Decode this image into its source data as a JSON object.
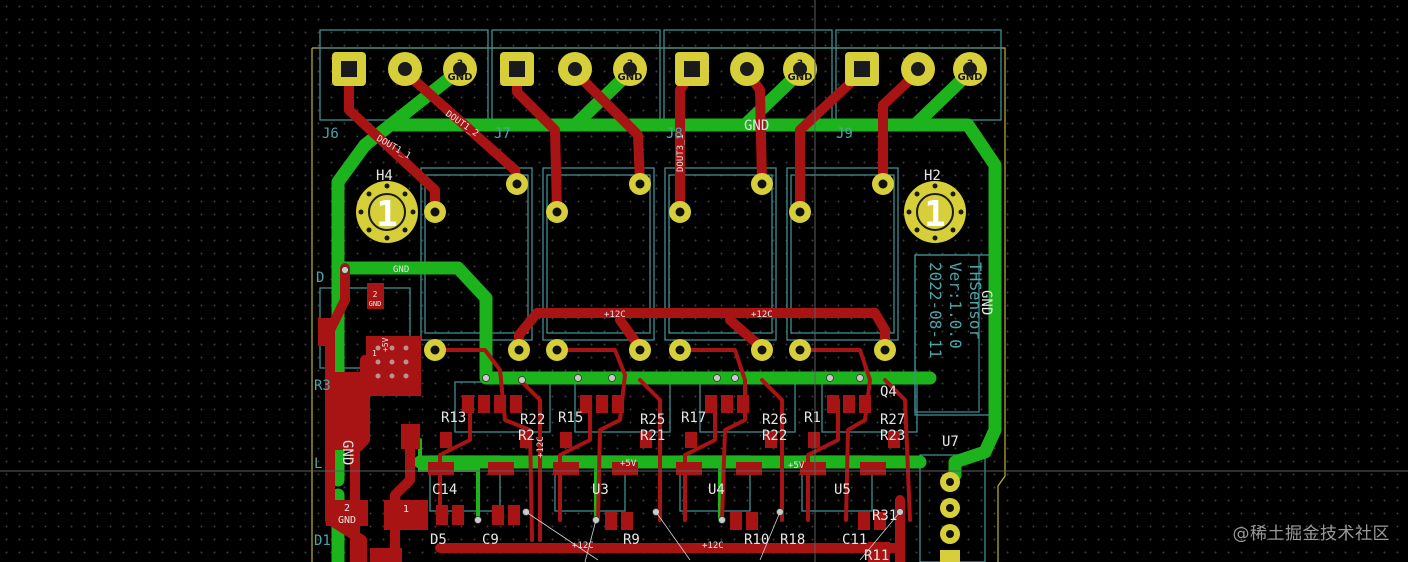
{
  "colors": {
    "background": "#000000",
    "grid_dot": "#3a3a3a",
    "top_copper": "#a81414",
    "bottom_copper": "#1db31d",
    "pad": "#d6cf3a",
    "courtyard": "#3f8f93",
    "silkscreen": "#e6e6e6",
    "edge_cuts": "#bdb437",
    "cursor": "#5e5e5e"
  },
  "connectors": [
    {
      "ref": "J6",
      "pins": [
        "1",
        "2",
        "GND"
      ]
    },
    {
      "ref": "J7",
      "pins": [
        "1",
        "2",
        "GND"
      ]
    },
    {
      "ref": "J8",
      "pins": [
        "1",
        "2",
        "GND"
      ]
    },
    {
      "ref": "J9",
      "pins": [
        "1",
        "2",
        "GND"
      ]
    }
  ],
  "pin_numbers": [
    "1",
    "2",
    "3"
  ],
  "mount_holes": [
    {
      "ref": "H4",
      "number": "1"
    },
    {
      "ref": "H2",
      "number": "1"
    }
  ],
  "net_labels": {
    "dout1_1": "DOUT1_1",
    "dout1_2": "DOUT1_2",
    "dout3_1": "DOUT3_1",
    "gnd_top": "GND",
    "gnd_small": "GND",
    "gnd_right": "GND",
    "gnd_left": "GND",
    "v12_a": "+12C",
    "v12_b": "+12C",
    "v12_c": "+12C",
    "v12_d": "+12C",
    "v12_e": "+12C",
    "v5_a": "+5V",
    "v5_b": "+5V",
    "v5_c": "+5V"
  },
  "board_text": {
    "line1": "THSensor",
    "line2": "Ver:1.0.0",
    "line3": "2022-08-11"
  },
  "refs": {
    "D": "D",
    "R3": "R3",
    "L": "L",
    "D1": "D1",
    "R13": "R13",
    "R2": "R2",
    "R22a": "R22",
    "R25": "R25",
    "R21": "R21",
    "R15": "R15",
    "R17": "R17",
    "R26": "R26",
    "R1": "R1",
    "R22b": "R22",
    "R27": "R27",
    "R23": "R23",
    "Q4": "Q4",
    "U7": "U7",
    "C14": "C14",
    "U3": "U3",
    "U4": "U4",
    "U5": "U5",
    "C9": "C9",
    "R9": "R9",
    "R10": "R10",
    "R18": "R18",
    "C11": "C11",
    "R31": "R31",
    "R11": "R11",
    "D5": "D5"
  },
  "pad_labels": {
    "pin2": "2",
    "pin1a": "1",
    "pin1b": "1",
    "gnd": "GND",
    "plus5v": "+5V"
  },
  "watermark": "@稀土掘金技术社区"
}
